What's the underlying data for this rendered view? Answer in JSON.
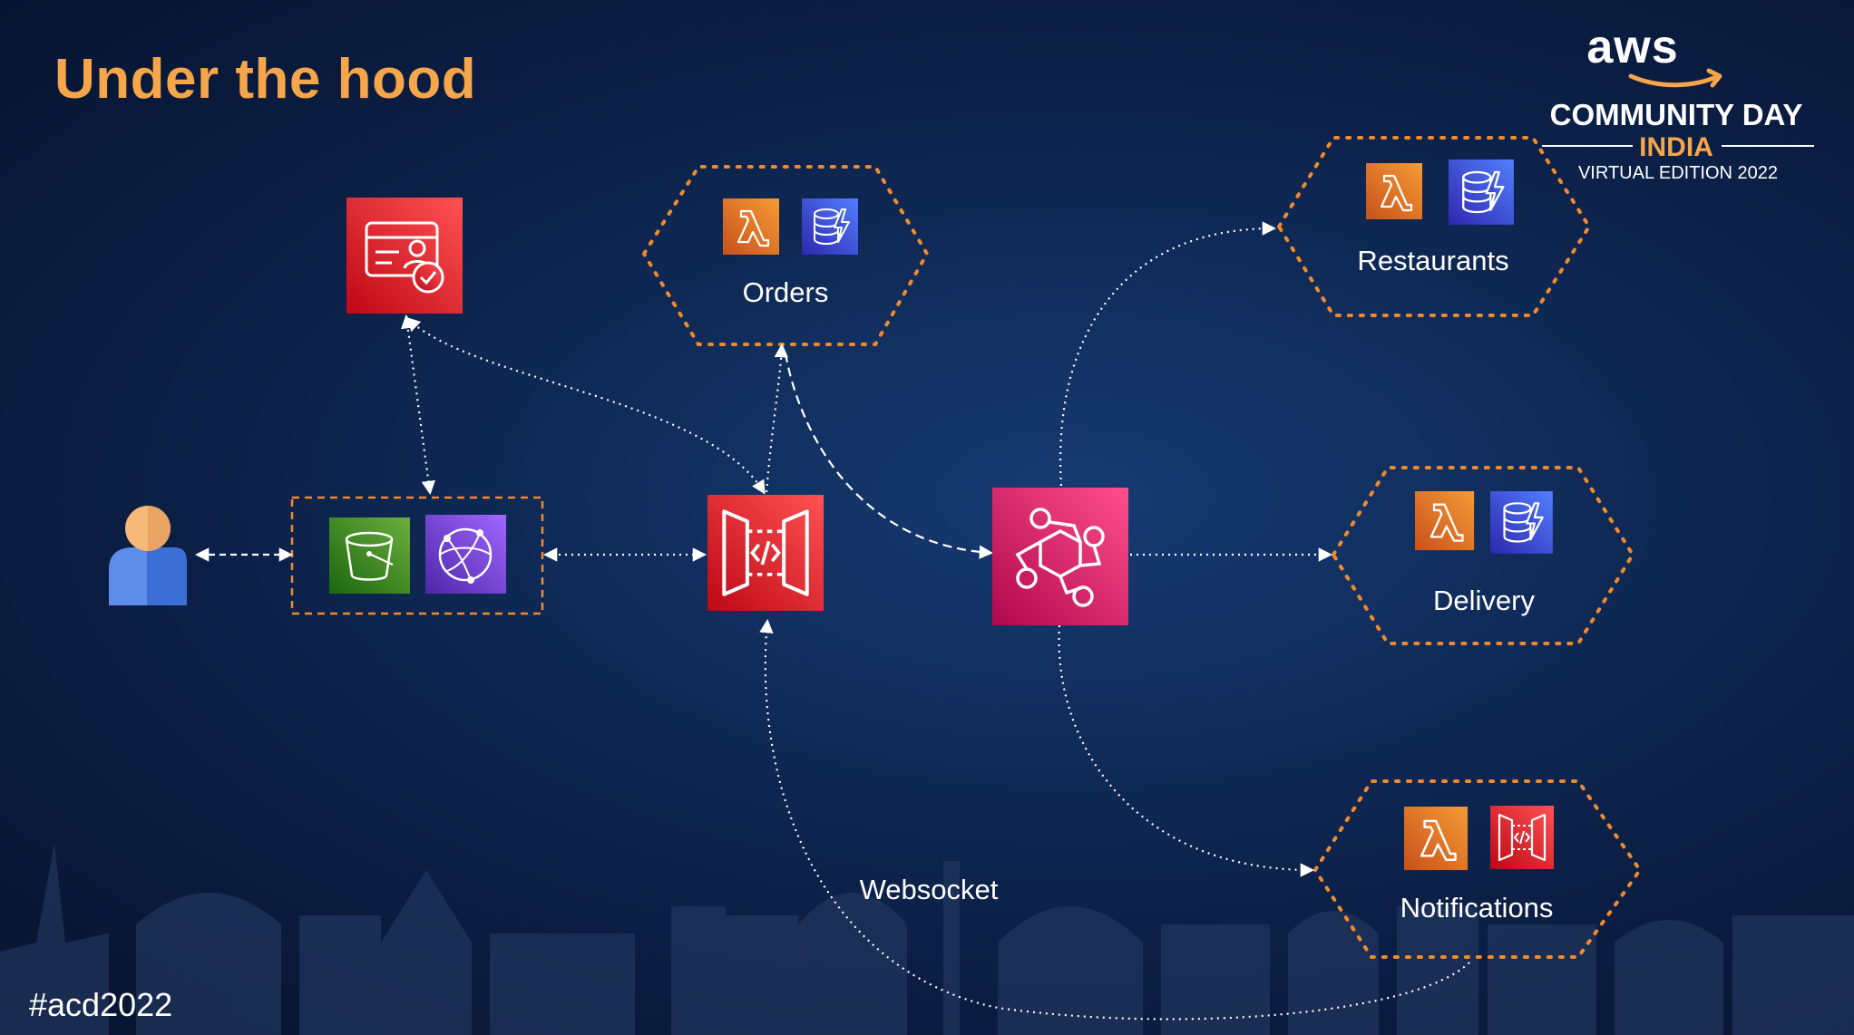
{
  "title": "Under the hood",
  "hashtag": "#acd2022",
  "logo": {
    "brand": "aws",
    "event": "COMMUNITY DAY",
    "country": "INDIA",
    "edition": "VIRTUAL EDITION 2022"
  },
  "groups": {
    "orders": "Orders",
    "restaurants": "Restaurants",
    "delivery": "Delivery",
    "notifications": "Notifications"
  },
  "edge_label_websocket": "Websocket",
  "colors": {
    "title": "#f5a54a",
    "lambda": "#e8862a",
    "dynamodb": "#3b48cc",
    "cognito": "#dd3b3b",
    "api_gateway": "#dd3b3b",
    "eventbridge": "#d6336c",
    "s3": "#3f8624",
    "cloudfront": "#7a3fd4",
    "hex_border": "#f08a2c"
  },
  "icons": {
    "user": "user-icon",
    "cognito": "cognito-icon",
    "s3": "s3-bucket-icon",
    "cloudfront": "cloudfront-icon",
    "api_gateway": "api-gateway-icon",
    "eventbridge": "eventbridge-icon",
    "lambda": "lambda-icon",
    "dynamodb": "dynamodb-icon"
  }
}
